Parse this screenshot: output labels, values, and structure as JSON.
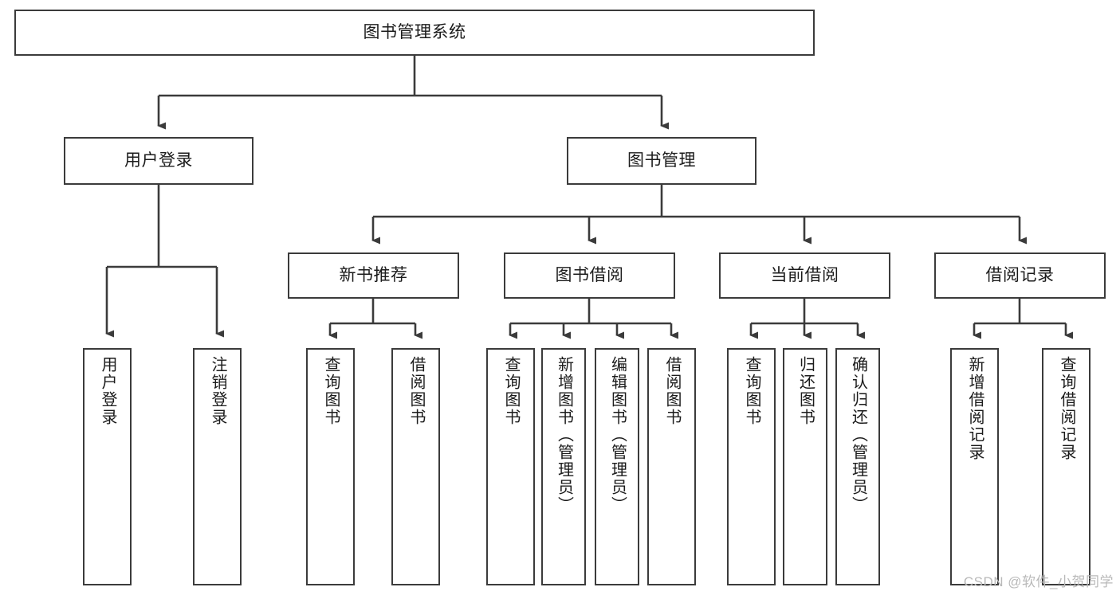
{
  "diagram": {
    "title": "图书管理系统",
    "type": "hierarchy-tree",
    "root": {
      "label": "图书管理系统"
    },
    "level2": [
      {
        "label": "用户登录"
      },
      {
        "label": "图书管理"
      }
    ],
    "level3": [
      {
        "label": "新书推荐"
      },
      {
        "label": "图书借阅"
      },
      {
        "label": "当前借阅"
      },
      {
        "label": "借阅记录"
      }
    ],
    "leaves": {
      "user_login": [
        {
          "label": "用户登录"
        },
        {
          "label": "注销登录"
        }
      ],
      "new_book_recommend": [
        {
          "label": "查询图书"
        },
        {
          "label": "借阅图书"
        }
      ],
      "book_borrow": [
        {
          "label": "查询图书"
        },
        {
          "label": "新增图书（管理员）"
        },
        {
          "label": "编辑图书（管理员）"
        },
        {
          "label": "借阅图书"
        }
      ],
      "current_borrow": [
        {
          "label": "查询图书"
        },
        {
          "label": "归还图书"
        },
        {
          "label": "确认归还（管理员）"
        }
      ],
      "borrow_record": [
        {
          "label": "新增借阅记录"
        },
        {
          "label": "查询借阅记录"
        }
      ]
    }
  },
  "watermark": {
    "text": "CSDN @软件_小贺同学"
  },
  "colors": {
    "border": "#3b3b3b",
    "fill": "#ffffff",
    "text": "#1b1b1b",
    "watermark": "#b9b9b9"
  }
}
